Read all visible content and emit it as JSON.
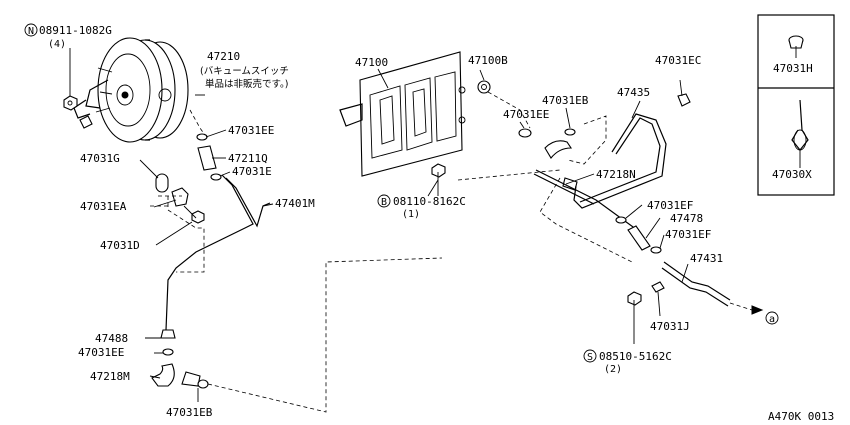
{
  "labels": {
    "n_bolt": "08911-1082G",
    "n_bolt_qty": "(4)",
    "n_sym": "N",
    "booster": "47210",
    "booster_note1": "(バキュームスイッチ",
    "booster_note2": "単品は非販売です。)",
    "p47031ee_a": "47031EE",
    "p47211q": "47211Q",
    "p47031e": "47031E",
    "p47031g": "47031G",
    "p47031ea": "47031EA",
    "p47031d": "47031D",
    "p47401m": "47401M",
    "p47488": "47488",
    "p47031ee_b": "47031EE",
    "p47218m": "47218M",
    "p47031eb_a": "47031EB",
    "p47100": "47100",
    "p47100b": "47100B",
    "b_bolt": "08110-8162C",
    "b_bolt_qty": "(1)",
    "b_sym": "B",
    "p47031ee_c": "47031EE",
    "p47031eb_b": "47031EB",
    "p47435": "47435",
    "p47031ec": "47031EC",
    "p47218n": "47218N",
    "p47031ef_a": "47031EF",
    "p47478": "47478",
    "p47031ef_b": "47031EF",
    "p47431": "47431",
    "p47031j": "47031J",
    "s_bolt": "08510-5162C",
    "s_bolt_qty": "(2)",
    "s_sym": "S",
    "ref_a": "a",
    "inset_top": "47031H",
    "inset_bottom": "47030X",
    "code": "A470K 0013"
  }
}
